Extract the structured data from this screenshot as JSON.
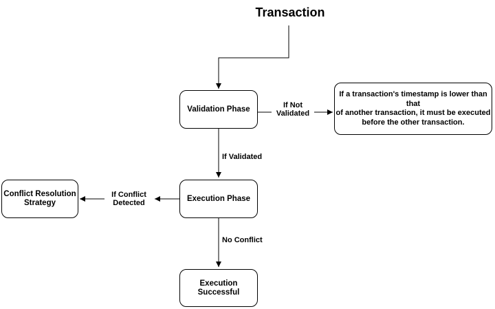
{
  "title": "Transaction",
  "nodes": {
    "validation": {
      "label": "Validation Phase"
    },
    "execution": {
      "label": "Execution Phase"
    },
    "conflict_resolution": {
      "label": "Conflict Resolution\nStrategy"
    },
    "execution_successful": {
      "label": "Execution\nSuccessful"
    },
    "timestamp_note": {
      "text": "If a transaction's timestamp is lower than\nthat\nof another transaction, it must be executed\nbefore the other transaction."
    }
  },
  "edge_labels": {
    "if_not_validated": "If Not\nValidated",
    "if_validated": "If Validated",
    "if_conflict_detected": "If Conflict\nDetected",
    "no_conflict": "No Conflict"
  },
  "colors": {
    "background": "#ffffff",
    "node_fill": "#ffffff",
    "node_border": "#000000",
    "line": "#000000",
    "text": "#000000"
  }
}
